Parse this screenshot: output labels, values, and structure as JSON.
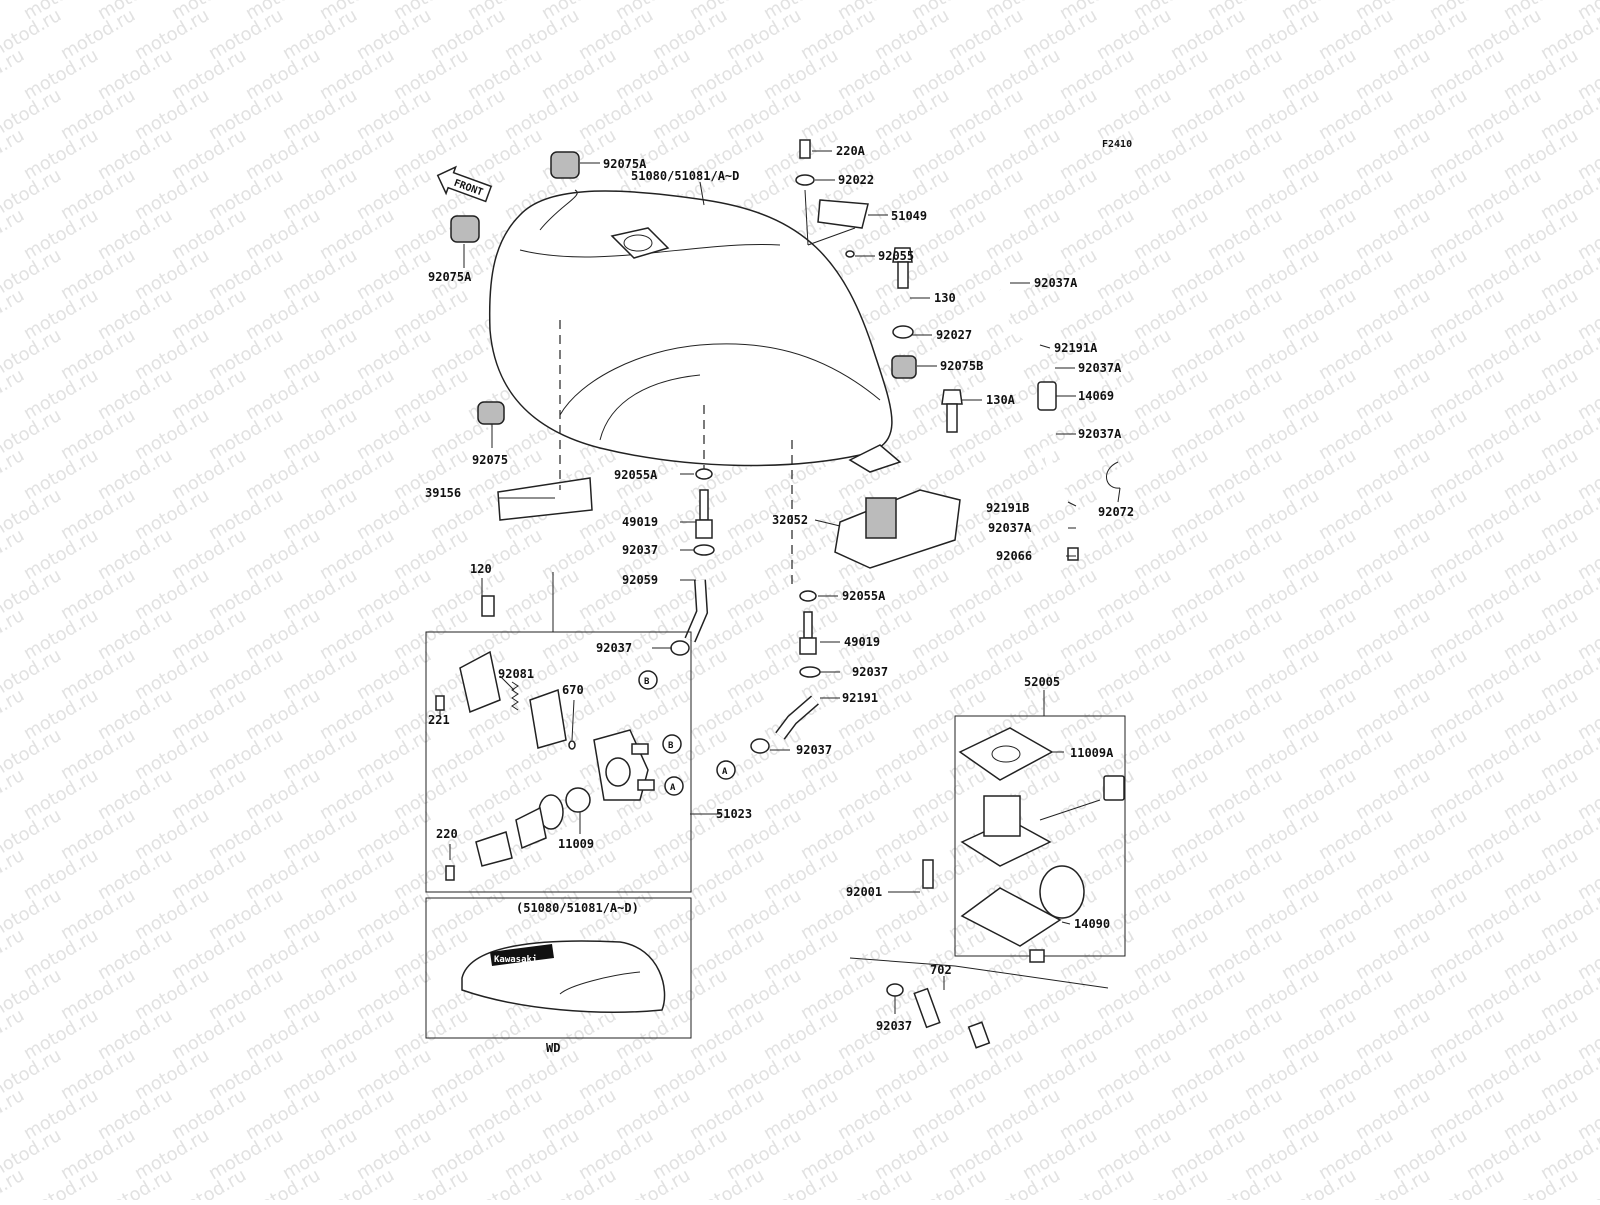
{
  "watermark": "motod.ru",
  "figure_ref": "F2410",
  "front_label": "FRONT",
  "callouts": {
    "ref_a": "A",
    "ref_b": "B"
  },
  "inset": {
    "variant_title": "(51080/51081/A~D)",
    "variant_caption": "WD",
    "brand": "Kawasaki"
  },
  "parts": [
    "92075A",
    "51080/51081/A~D",
    "92075A",
    "220A",
    "92022",
    "51049",
    "92055",
    "130",
    "92037A",
    "92027",
    "92191A",
    "92075B",
    "92037A",
    "130A",
    "14069",
    "92037A",
    "92075",
    "92055A",
    "39156",
    "49019",
    "32052",
    "92191B",
    "92072",
    "92037A",
    "92037",
    "92066",
    "120",
    "92059",
    "92055A",
    "92037",
    "49019",
    "92081",
    "92037",
    "670",
    "92191",
    "221",
    "92037",
    "51023",
    "52005",
    "11009A",
    "220",
    "11009",
    "92001",
    "14090",
    "702",
    "92037"
  ]
}
